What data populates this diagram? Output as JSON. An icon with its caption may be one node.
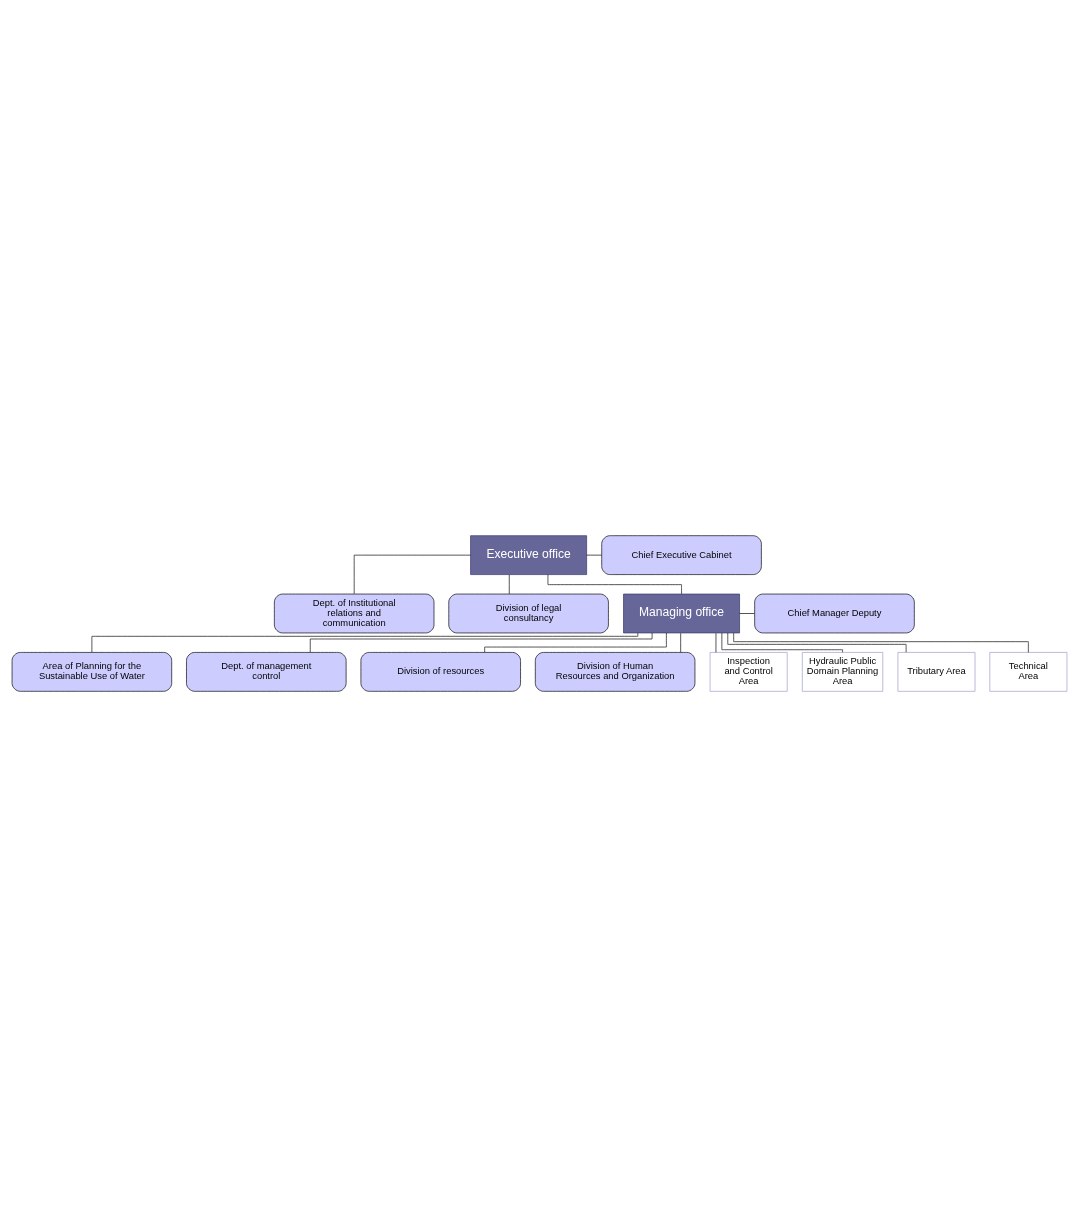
{
  "diagram": {
    "nodes": [
      {
        "text": [
          "Executive office"
        ]
      },
      {
        "text": [
          "Chief Executive Cabinet"
        ]
      },
      {
        "text": [
          "Dept. of Institutional relations and communication"
        ]
      },
      {
        "text": [
          "Division of legal consultancy"
        ]
      },
      {
        "text": [
          "Managing office"
        ]
      },
      {
        "text": [
          "Chief Manager Deputy"
        ]
      },
      {
        "text": [
          "Area of Planning for the Sustainable Use of Water"
        ]
      },
      {
        "text": [
          "Dept. of management control"
        ]
      },
      {
        "text": [
          "Division of resources"
        ]
      },
      {
        "text": [
          "Division of Human Resources and Organization"
        ]
      },
      {
        "text": [
          "Inspection and Control Area"
        ]
      },
      {
        "text": [
          "Hydraulic Public Domain Planning Area"
        ]
      },
      {
        "text": [
          "Tributary Area"
        ]
      },
      {
        "text": [
          "Technical Area"
        ]
      }
    ],
    "edges": [
      {
        "from": 0,
        "to": 1,
        "arrow": "none"
      },
      {
        "from": 0,
        "to": 2,
        "arrow": "none"
      },
      {
        "from": 0,
        "to": 3,
        "arrow": "none"
      },
      {
        "from": 0,
        "to": 4,
        "arrow": "none"
      },
      {
        "from": 4,
        "to": 5,
        "arrow": "none"
      },
      {
        "from": 4,
        "to": 6,
        "arrow": "none"
      },
      {
        "from": 4,
        "to": 7,
        "arrow": "none"
      },
      {
        "from": 4,
        "to": 8,
        "arrow": "none"
      },
      {
        "from": 4,
        "to": 9,
        "arrow": "none"
      },
      {
        "from": 4,
        "to": 10,
        "arrow": "none"
      },
      {
        "from": 4,
        "to": 11,
        "arrow": "none"
      },
      {
        "from": 4,
        "to": 12,
        "arrow": "none"
      },
      {
        "from": 4,
        "to": 13,
        "arrow": "none"
      }
    ]
  }
}
